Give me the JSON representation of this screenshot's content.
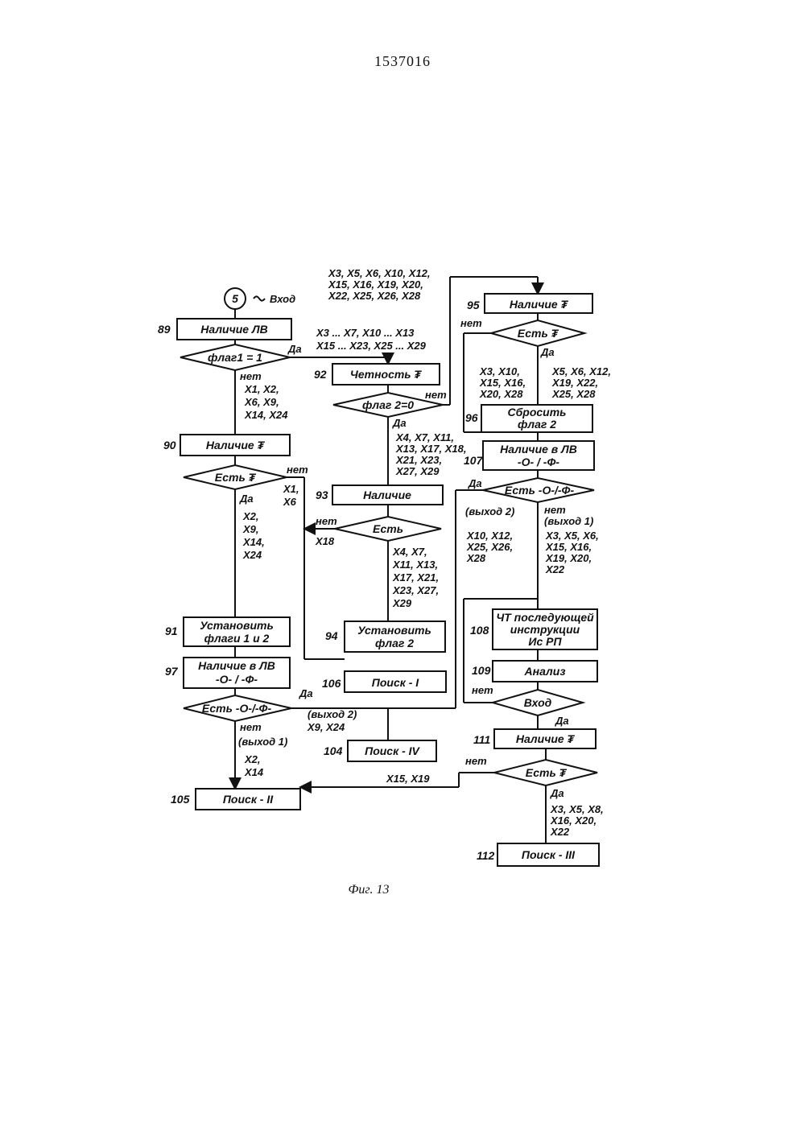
{
  "page_number": "1537016",
  "caption": "Фиг. 13",
  "entry": {
    "number": "5",
    "label": "Вход"
  },
  "blocks": [
    {
      "id": "89",
      "label": "Наличие ЛВ"
    },
    {
      "id": "90",
      "label": "Наличие ₮"
    },
    {
      "id": "91",
      "line1": "Установить",
      "line2": "флаги 1 и 2"
    },
    {
      "id": "97",
      "line1": "Наличие в ЛВ",
      "line2": "-О- / -Ф-"
    },
    {
      "id": "92",
      "label": "Четность ₮"
    },
    {
      "id": "93",
      "label": "Наличие"
    },
    {
      "id": "94",
      "line1": "Установить",
      "line2": "флаг 2"
    },
    {
      "id": "106",
      "label": "Поиск - I"
    },
    {
      "id": "104",
      "label": "Поиск - IV"
    },
    {
      "id": "105",
      "label": "Поиск - II"
    },
    {
      "id": "95",
      "label": "Наличие ₮"
    },
    {
      "id": "96",
      "line1": "Сбросить",
      "line2": "флаг 2"
    },
    {
      "id": "107",
      "line1": "Наличие в ЛВ",
      "line2": "-О- / -Ф-"
    },
    {
      "id": "108",
      "line1": "ЧТ последующей",
      "line2": "инструкции",
      "line3": "Ис РП"
    },
    {
      "id": "109",
      "label": "Анализ"
    },
    {
      "id": "111",
      "label": "Наличие ₮"
    },
    {
      "id": "112",
      "label": "Поиск - III"
    }
  ],
  "decisions": {
    "d1": "флаг1 = 1",
    "d2": "Есть ₮",
    "d3": "Есть -О-/-Ф-",
    "d4": "флаг 2=0",
    "d5": "Есть",
    "d6": "Есть ₮",
    "d7": "Есть -О-/-Ф-",
    "d8": "Вход",
    "d9": "Есть ₮"
  },
  "labels": {
    "yes": "Да",
    "no": "нет",
    "exit1": "(выход 1)",
    "exit2": "(выход 2)",
    "top_vars_1": "X3, X5, X6, X10, X12,",
    "top_vars_2": "X15, X16, X19, X20,",
    "top_vars_3": "X22, X25, X26, X28",
    "d1_yes_1": "X3 ... X7, X10 ... X13",
    "d1_yes_2": "X15 ... X23, X25 ... X29",
    "d1_no_1": "X1, X2,",
    "d1_no_2": "X6, X9,",
    "d1_no_3": "X14, X24",
    "d2_no_1": "X1,",
    "d2_no_2": "X6",
    "d2_yes_1": "X2,",
    "d2_yes_2": "X9,",
    "d2_yes_3": "X14,",
    "d2_yes_4": "X24",
    "d4_yes_1": "X4, X7, X11,",
    "d4_yes_2": "X13, X17, X18,",
    "d4_yes_3": "X21, X23,",
    "d4_yes_4": "X27, X29",
    "d5_no": "X18",
    "d5_yes_1": "X4, X7,",
    "d5_yes_2": "X11, X13,",
    "d5_yes_3": "X17, X21,",
    "d5_yes_4": "X23, X27,",
    "d5_yes_5": "X29",
    "d3_yes": "X9, X24",
    "d3_no_1": "X2,",
    "d3_no_2": "X14",
    "d6_no_1": "X3, X10,",
    "d6_no_2": "X15, X16,",
    "d6_no_3": "X20, X28",
    "d6_yes_1": "X5, X6, X12,",
    "d6_yes_2": "X19, X22,",
    "d6_yes_3": "X25, X28",
    "d7_yes_1": "X10, X12,",
    "d7_yes_2": "X25, X26,",
    "d7_yes_3": "X28",
    "d7_no_1": "X3, X5, X6,",
    "d7_no_2": "X15, X16,",
    "d7_no_3": "X19, X20,",
    "d7_no_4": "X22",
    "d9_no": "X15, X19",
    "d9_yes_1": "X3, X5, X8,",
    "d9_yes_2": "X16, X20,",
    "d9_yes_3": "X22"
  }
}
